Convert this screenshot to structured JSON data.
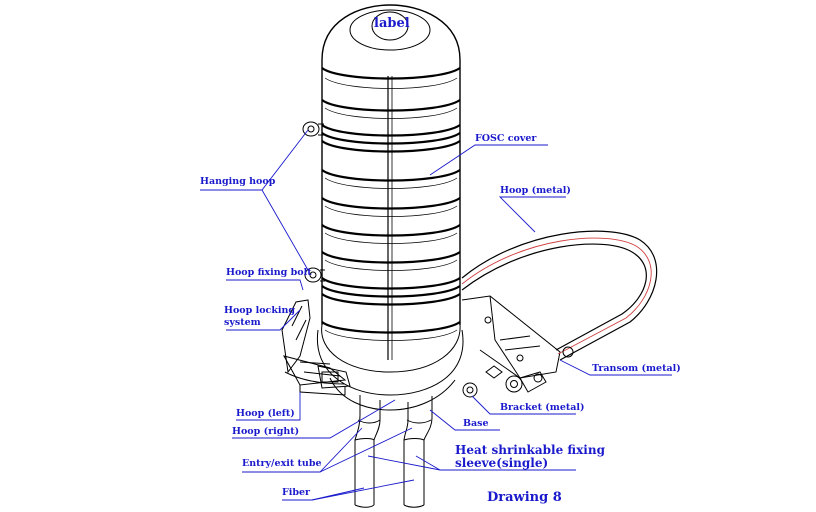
{
  "diagram": {
    "caption": "Drawing 8",
    "cover_text": "label",
    "labels": {
      "fosc_cover": "FOSC cover",
      "hoop_metal": "Hoop (metal)",
      "hanging_hoop": "Hanging hoop",
      "hoop_fixing_bolt": "Hoop fixing bolt",
      "hoop_locking_system_1": "Hoop locking",
      "hoop_locking_system_2": "system",
      "transom_metal": "Transom (metal)",
      "bracket_metal": "Bracket (metal)",
      "hoop_left": "Hoop (left)",
      "base": "Base",
      "hoop_right": "Hoop (right)",
      "heat_shrink_1": "Heat shrinkable fixing",
      "heat_shrink_2": "sleeve(single)",
      "entry_exit_tube": "Entry/exit tube",
      "fiber": "Fiber"
    },
    "colors": {
      "label": "#1a1acc",
      "line": "#000000",
      "hoop_accent": "#d04040"
    }
  }
}
